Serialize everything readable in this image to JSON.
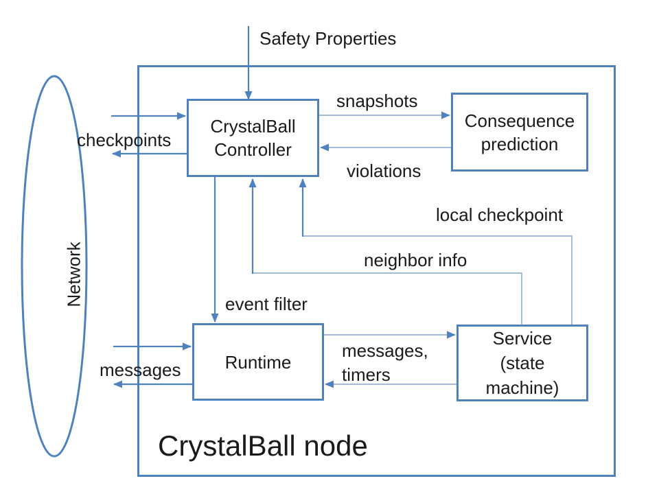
{
  "diagram": {
    "title": "CrystalBall node",
    "network": {
      "label": "Network"
    },
    "boxes": {
      "controller": {
        "line1": "CrystalBall",
        "line2": "Controller"
      },
      "consequence": {
        "line1": "Consequence",
        "line2": "prediction"
      },
      "runtime": {
        "label": "Runtime"
      },
      "service": {
        "line1": "Service",
        "line2": "(state",
        "line3": "machine)"
      }
    },
    "edge_labels": {
      "safety_properties": "Safety Properties",
      "snapshots": "snapshots",
      "violations": "violations",
      "checkpoints": "checkpoints",
      "local_checkpoint": "local checkpoint",
      "neighbor_info": "neighbor info",
      "event_filter": "event filter",
      "messages": "messages",
      "messages_timers_line1": "messages,",
      "messages_timers_line2": "timers"
    },
    "colors": {
      "accent_blue": "#4f81bd",
      "light_line_blue": "#94b3d6",
      "text": "#1a1a1a",
      "background": "#ffffff"
    }
  }
}
